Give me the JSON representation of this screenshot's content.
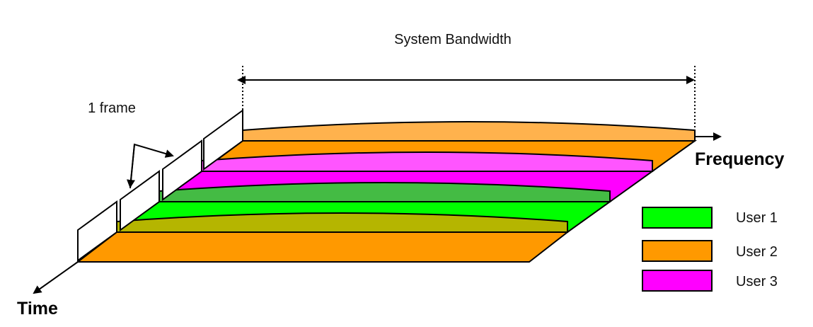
{
  "labels": {
    "system_bandwidth": "System Bandwidth",
    "frame": "1 frame",
    "frequency_axis": "Frequency",
    "time_axis": "Time"
  },
  "legend": [
    {
      "label": "User 1",
      "color": "#00ff00"
    },
    {
      "label": "User 2",
      "color": "#ff9900"
    },
    {
      "label": "User 3",
      "color": "#ff00ff"
    }
  ],
  "colors": {
    "user1_green": "#00ff00",
    "user2_orange": "#ff9900",
    "user3_magenta": "#ff00ff",
    "curved_top_orange": "#ffb24d",
    "curved_top_magenta": "#ff55ff",
    "curved_top_green": "#44bb44",
    "curved_top_olive": "#b5b500"
  }
}
